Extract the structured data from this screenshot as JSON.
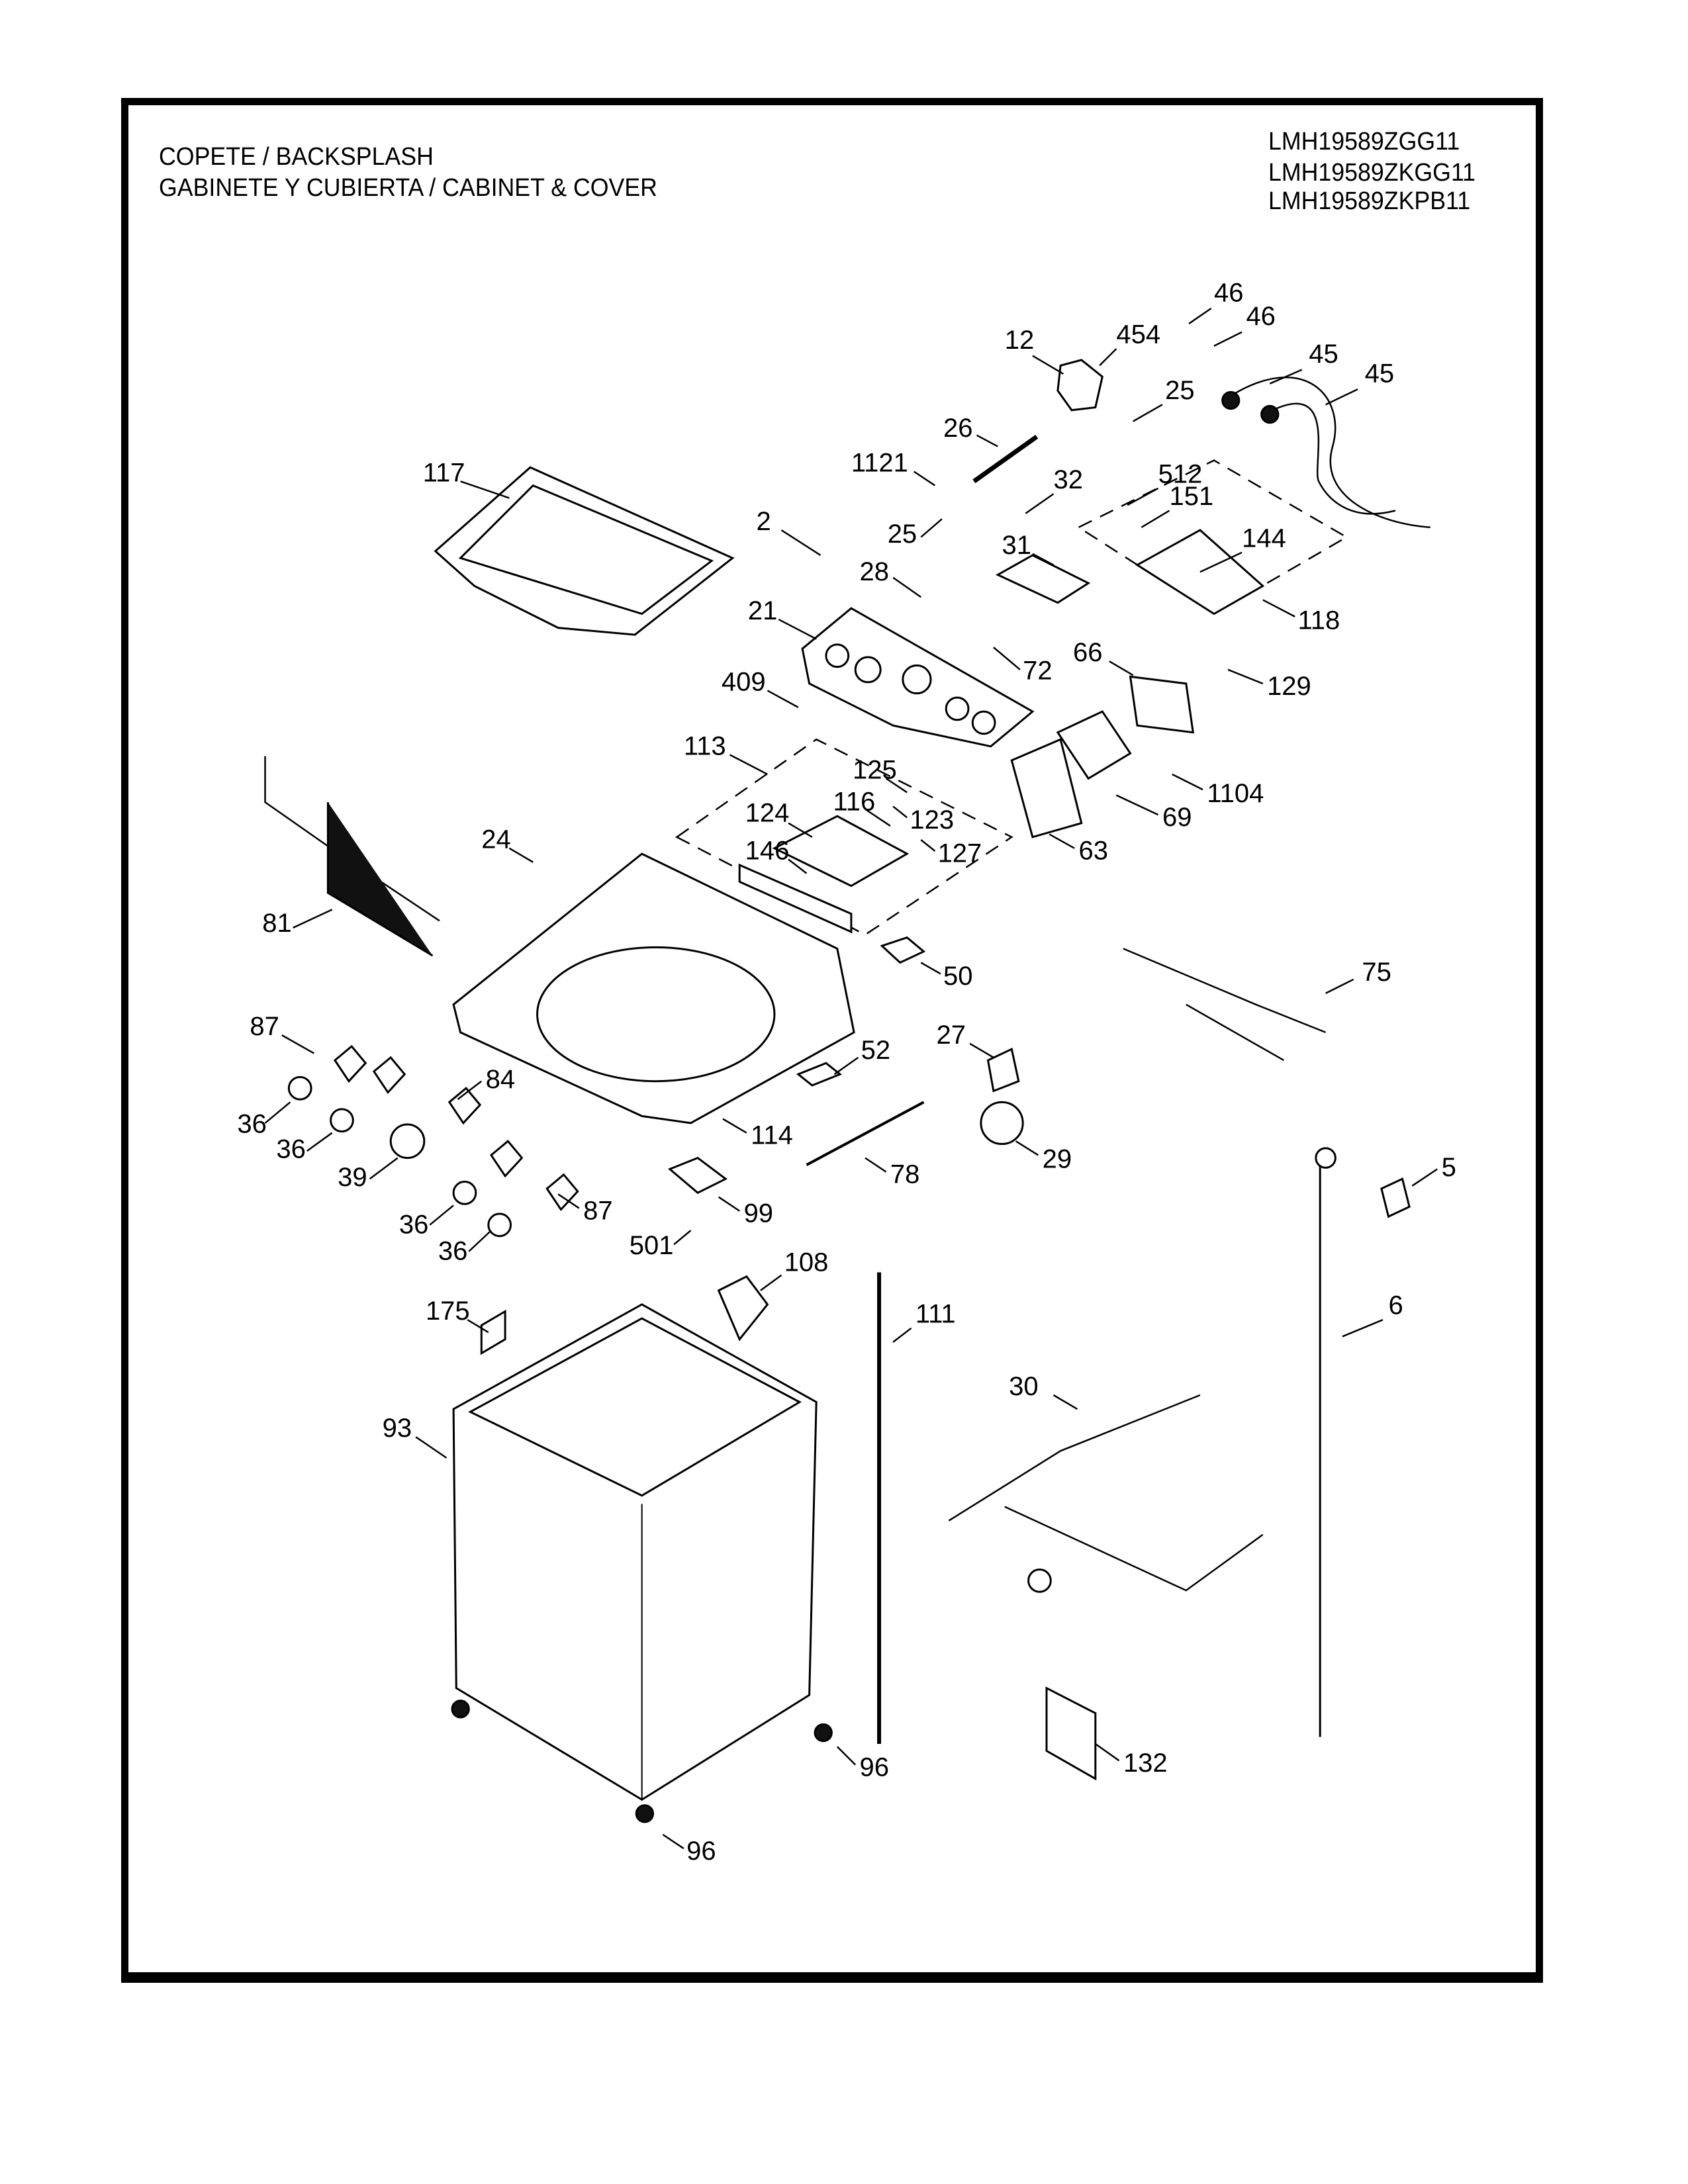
{
  "header": {
    "title_lines": [
      "COPETE / BACKSPLASH",
      "GABINETE Y CUBIERTA / CABINET & COVER"
    ],
    "model_numbers": [
      "LMH19589ZGG11",
      "LMH19589ZKGG11",
      "LMH19589ZKPB11"
    ]
  },
  "diagram": {
    "type": "exploded-parts-diagram",
    "subject": "Washer cabinet & cover / backsplash",
    "callouts": [
      {
        "id": "c46a",
        "label": "46",
        "part": "hose-clamp"
      },
      {
        "id": "c46b",
        "label": "46",
        "part": "hose-clamp"
      },
      {
        "id": "c12",
        "label": "12",
        "part": "water-inlet-valve"
      },
      {
        "id": "c454",
        "label": "454",
        "part": "screw"
      },
      {
        "id": "c45a",
        "label": "45",
        "part": "inlet-hose"
      },
      {
        "id": "c45b",
        "label": "45",
        "part": "inlet-hose"
      },
      {
        "id": "c25a",
        "label": "25",
        "part": "hose-clamp-small"
      },
      {
        "id": "c26",
        "label": "26",
        "part": "hose-tube"
      },
      {
        "id": "c117",
        "label": "117",
        "part": "lid"
      },
      {
        "id": "c1121",
        "label": "1121",
        "part": "screw"
      },
      {
        "id": "c32",
        "label": "32",
        "part": "spring"
      },
      {
        "id": "c512",
        "label": "512",
        "part": "screw"
      },
      {
        "id": "c151",
        "label": "151",
        "part": "valve-assembly"
      },
      {
        "id": "c2",
        "label": "2",
        "part": "lid-lock-cover"
      },
      {
        "id": "c25b",
        "label": "25",
        "part": "hose-clamp-small"
      },
      {
        "id": "c144",
        "label": "144",
        "part": "bracket-plate"
      },
      {
        "id": "c31",
        "label": "31",
        "part": "display-pcb"
      },
      {
        "id": "c28",
        "label": "28",
        "part": "sensor-with-wire"
      },
      {
        "id": "c118",
        "label": "118",
        "part": "valve-bracket-assembly"
      },
      {
        "id": "c21",
        "label": "21",
        "part": "control-panel-backsplash"
      },
      {
        "id": "c72",
        "label": "72",
        "part": "connector"
      },
      {
        "id": "c66",
        "label": "66",
        "part": "pcb-bracket"
      },
      {
        "id": "c129",
        "label": "129",
        "part": "wire-strip"
      },
      {
        "id": "c409",
        "label": "409",
        "part": "logo-badge"
      },
      {
        "id": "c113",
        "label": "113",
        "part": "dispenser-assembly"
      },
      {
        "id": "c125",
        "label": "125",
        "part": "pin"
      },
      {
        "id": "c123",
        "label": "123",
        "part": "cap"
      },
      {
        "id": "c1104",
        "label": "1104",
        "part": "screw"
      },
      {
        "id": "c69",
        "label": "69",
        "part": "main-pcb"
      },
      {
        "id": "c116",
        "label": "116",
        "part": "siphon-cap"
      },
      {
        "id": "c124",
        "label": "124",
        "part": "dispenser-drawer"
      },
      {
        "id": "c127",
        "label": "127",
        "part": "hinge"
      },
      {
        "id": "c63",
        "label": "63",
        "part": "pcb-housing"
      },
      {
        "id": "c24",
        "label": "24",
        "part": "wire-harness-small"
      },
      {
        "id": "c146",
        "label": "146",
        "part": "drawer-front"
      },
      {
        "id": "c81",
        "label": "81",
        "part": "wire-harness"
      },
      {
        "id": "c50",
        "label": "50",
        "part": "micro-switch"
      },
      {
        "id": "c75",
        "label": "75",
        "part": "wire-harness"
      },
      {
        "id": "c87a",
        "label": "87",
        "part": "thermistor"
      },
      {
        "id": "c27",
        "label": "27",
        "part": "pressure-switch"
      },
      {
        "id": "c52",
        "label": "52",
        "part": "plate"
      },
      {
        "id": "c84",
        "label": "84",
        "part": "sensor"
      },
      {
        "id": "c36a",
        "label": "36",
        "part": "grommet"
      },
      {
        "id": "c114",
        "label": "114",
        "part": "top-cover"
      },
      {
        "id": "c36b",
        "label": "36",
        "part": "grommet"
      },
      {
        "id": "c29",
        "label": "29",
        "part": "pressure-switch-base"
      },
      {
        "id": "c78",
        "label": "78",
        "part": "hose"
      },
      {
        "id": "c39",
        "label": "39",
        "part": "grommet-large"
      },
      {
        "id": "c5",
        "label": "5",
        "part": "connector-clip"
      },
      {
        "id": "c99",
        "label": "99",
        "part": "lid-lock"
      },
      {
        "id": "c87b",
        "label": "87",
        "part": "thermistor"
      },
      {
        "id": "c36c",
        "label": "36",
        "part": "grommet"
      },
      {
        "id": "c501",
        "label": "501",
        "part": "screw"
      },
      {
        "id": "c36d",
        "label": "36",
        "part": "grommet"
      },
      {
        "id": "c108",
        "label": "108",
        "part": "bracket"
      },
      {
        "id": "c175",
        "label": "175",
        "part": "label"
      },
      {
        "id": "c111",
        "label": "111",
        "part": "drain-hose"
      },
      {
        "id": "c6",
        "label": "6",
        "part": "power-cord"
      },
      {
        "id": "c30",
        "label": "30",
        "part": "main-wire-harness"
      },
      {
        "id": "c93",
        "label": "93",
        "part": "cabinet"
      },
      {
        "id": "c132",
        "label": "132",
        "part": "manual-envelope"
      },
      {
        "id": "c96a",
        "label": "96",
        "part": "leveling-leg"
      },
      {
        "id": "c96b",
        "label": "96",
        "part": "leveling-leg"
      }
    ]
  }
}
